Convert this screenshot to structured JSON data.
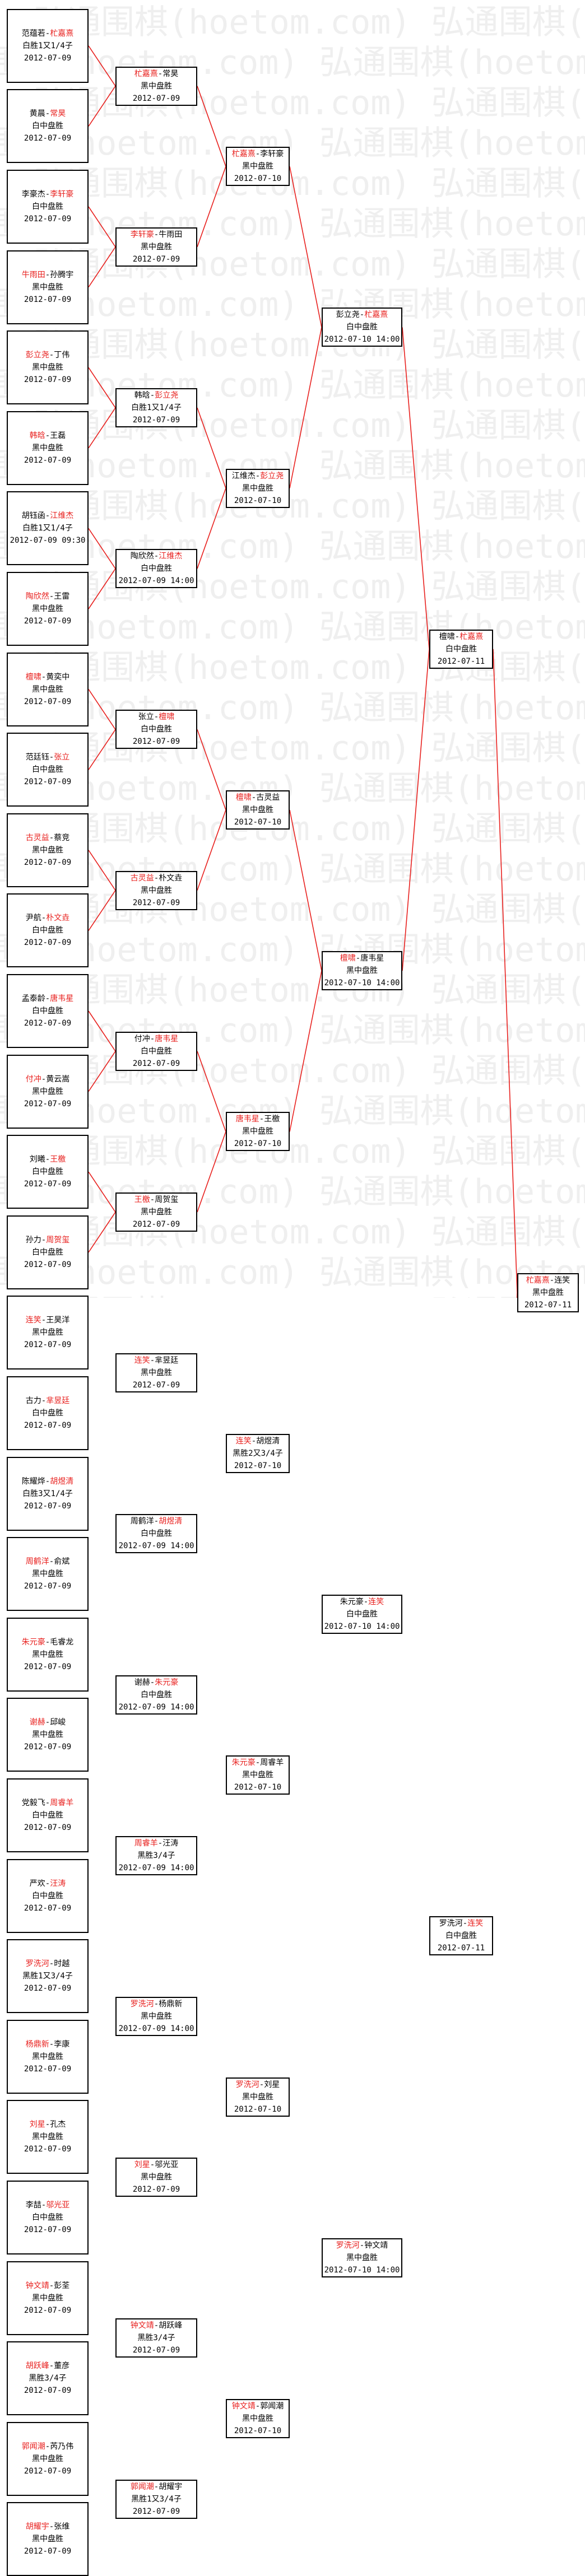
{
  "watermark": "弘通围棋(hoetom.com)",
  "colors": {
    "winner": "#e8201e",
    "line": "#e8201e",
    "border": "#000000"
  },
  "rounds": [
    [
      {
        "p1": "范蕴若",
        "p2": "杧嘉熹",
        "w": 2,
        "result": "白胜1又1/4子",
        "date": "2012-07-09"
      },
      {
        "p1": "黄晨",
        "p2": "常昊",
        "w": 2,
        "result": "白中盘胜",
        "date": "2012-07-09"
      },
      {
        "p1": "李豪杰",
        "p2": "李轩豪",
        "w": 2,
        "result": "白中盘胜",
        "date": "2012-07-09"
      },
      {
        "p1": "牛雨田",
        "p2": "孙腾宇",
        "w": 1,
        "result": "黑中盘胜",
        "date": "2012-07-09"
      },
      {
        "p1": "彭立尧",
        "p2": "丁伟",
        "w": 1,
        "result": "黑中盘胜",
        "date": "2012-07-09"
      },
      {
        "p1": "韩晗",
        "p2": "王磊",
        "w": 1,
        "result": "黑中盘胜",
        "date": "2012-07-09"
      },
      {
        "p1": "胡钰函",
        "p2": "江维杰",
        "w": 2,
        "result": "白胜1又1/4子",
        "date": "2012-07-09 09:30"
      },
      {
        "p1": "陶欣然",
        "p2": "王雷",
        "w": 1,
        "result": "黑中盘胜",
        "date": "2012-07-09"
      },
      {
        "p1": "檀啸",
        "p2": "黄奕中",
        "w": 1,
        "result": "黑中盘胜",
        "date": "2012-07-09"
      },
      {
        "p1": "范廷钰",
        "p2": "张立",
        "w": 2,
        "result": "白中盘胜",
        "date": "2012-07-09"
      },
      {
        "p1": "古灵益",
        "p2": "蔡竞",
        "w": 1,
        "result": "黑中盘胜",
        "date": "2012-07-09"
      },
      {
        "p1": "尹航",
        "p2": "朴文垚",
        "w": 2,
        "result": "白中盘胜",
        "date": "2012-07-09"
      },
      {
        "p1": "孟泰龄",
        "p2": "唐韦星",
        "w": 2,
        "result": "白中盘胜",
        "date": "2012-07-09"
      },
      {
        "p1": "付冲",
        "p2": "黄云嵩",
        "w": 1,
        "result": "黑中盘胜",
        "date": "2012-07-09"
      },
      {
        "p1": "刘曦",
        "p2": "王檄",
        "w": 2,
        "result": "白中盘胜",
        "date": "2012-07-09"
      },
      {
        "p1": "孙力",
        "p2": "周贺玺",
        "w": 2,
        "result": "白中盘胜",
        "date": "2012-07-09"
      },
      {
        "p1": "连笑",
        "p2": "王昊洋",
        "w": 1,
        "result": "黑中盘胜",
        "date": "2012-07-09"
      },
      {
        "p1": "古力",
        "p2": "芈昱廷",
        "w": 2,
        "result": "白中盘胜",
        "date": "2012-07-09"
      },
      {
        "p1": "陈耀烨",
        "p2": "胡煜清",
        "w": 2,
        "result": "白胜3又1/4子",
        "date": "2012-07-09"
      },
      {
        "p1": "周鹤洋",
        "p2": "俞斌",
        "w": 1,
        "result": "黑中盘胜",
        "date": "2012-07-09"
      },
      {
        "p1": "朱元豪",
        "p2": "毛睿龙",
        "w": 1,
        "result": "黑中盘胜",
        "date": "2012-07-09"
      },
      {
        "p1": "谢赫",
        "p2": "邱峻",
        "w": 1,
        "result": "黑中盘胜",
        "date": "2012-07-09"
      },
      {
        "p1": "党毅飞",
        "p2": "周睿羊",
        "w": 2,
        "result": "白中盘胜",
        "date": "2012-07-09"
      },
      {
        "p1": "严欢",
        "p2": "汪涛",
        "w": 2,
        "result": "白中盘胜",
        "date": "2012-07-09"
      },
      {
        "p1": "罗洗河",
        "p2": "时越",
        "w": 1,
        "result": "黑胜1又3/4子",
        "date": "2012-07-09"
      },
      {
        "p1": "杨鼎新",
        "p2": "李康",
        "w": 1,
        "result": "黑中盘胜",
        "date": "2012-07-09"
      },
      {
        "p1": "刘星",
        "p2": "孔杰",
        "w": 1,
        "result": "黑中盘胜",
        "date": "2012-07-09"
      },
      {
        "p1": "李喆",
        "p2": "邬光亚",
        "w": 2,
        "result": "白中盘胜",
        "date": "2012-07-09"
      },
      {
        "p1": "钟文靖",
        "p2": "彭荃",
        "w": 1,
        "result": "黑中盘胜",
        "date": "2012-07-09"
      },
      {
        "p1": "胡跃峰",
        "p2": "董彦",
        "w": 1,
        "result": "黑胜3/4子",
        "date": "2012-07-09"
      },
      {
        "p1": "郭闻潮",
        "p2": "芮乃伟",
        "w": 1,
        "result": "黑中盘胜",
        "date": "2012-07-09"
      },
      {
        "p1": "胡耀宇",
        "p2": "张维",
        "w": 1,
        "result": "黑中盘胜",
        "date": "2012-07-09"
      }
    ],
    [
      {
        "p1": "杧嘉熹",
        "p2": "常昊",
        "w": 1,
        "result": "黑中盘胜",
        "date": "2012-07-09"
      },
      {
        "p1": "李轩豪",
        "p2": "牛雨田",
        "w": 1,
        "result": "黑中盘胜",
        "date": "2012-07-09"
      },
      {
        "p1": "韩晗",
        "p2": "彭立尧",
        "w": 2,
        "result": "白胜1又1/4子",
        "date": "2012-07-09"
      },
      {
        "p1": "陶欣然",
        "p2": "江维杰",
        "w": 2,
        "result": "白中盘胜",
        "date": "2012-07-09 14:00"
      },
      {
        "p1": "张立",
        "p2": "檀啸",
        "w": 2,
        "result": "白中盘胜",
        "date": "2012-07-09"
      },
      {
        "p1": "古灵益",
        "p2": "朴文垚",
        "w": 1,
        "result": "黑中盘胜",
        "date": "2012-07-09"
      },
      {
        "p1": "付冲",
        "p2": "唐韦星",
        "w": 2,
        "result": "白中盘胜",
        "date": "2012-07-09"
      },
      {
        "p1": "王檄",
        "p2": "周贺玺",
        "w": 1,
        "result": "黑中盘胜",
        "date": "2012-07-09"
      },
      {
        "p1": "连笑",
        "p2": "芈昱廷",
        "w": 1,
        "result": "黑中盘胜",
        "date": "2012-07-09"
      },
      {
        "p1": "周鹤洋",
        "p2": "胡煜清",
        "w": 2,
        "result": "白中盘胜",
        "date": "2012-07-09 14:00"
      },
      {
        "p1": "谢赫",
        "p2": "朱元豪",
        "w": 2,
        "result": "白中盘胜",
        "date": "2012-07-09 14:00"
      },
      {
        "p1": "周睿羊",
        "p2": "汪涛",
        "w": 1,
        "result": "黑胜3/4子",
        "date": "2012-07-09 14:00"
      },
      {
        "p1": "罗洗河",
        "p2": "杨鼎新",
        "w": 1,
        "result": "黑中盘胜",
        "date": "2012-07-09 14:00"
      },
      {
        "p1": "刘星",
        "p2": "邬光亚",
        "w": 1,
        "result": "黑中盘胜",
        "date": "2012-07-09"
      },
      {
        "p1": "钟文靖",
        "p2": "胡跃峰",
        "w": 1,
        "result": "黑胜3/4子",
        "date": "2012-07-09"
      },
      {
        "p1": "郭闻潮",
        "p2": "胡耀宇",
        "w": 1,
        "result": "黑胜1又3/4子",
        "date": "2012-07-09"
      }
    ],
    [
      {
        "p1": "杧嘉熹",
        "p2": "李轩豪",
        "w": 1,
        "result": "黑中盘胜",
        "date": "2012-07-10"
      },
      {
        "p1": "江维杰",
        "p2": "彭立尧",
        "w": 2,
        "result": "黑中盘胜",
        "date": "2012-07-10"
      },
      {
        "p1": "檀啸",
        "p2": "古灵益",
        "w": 1,
        "result": "黑中盘胜",
        "date": "2012-07-10"
      },
      {
        "p1": "唐韦星",
        "p2": "王檄",
        "w": 1,
        "result": "黑中盘胜",
        "date": "2012-07-10"
      },
      {
        "p1": "连笑",
        "p2": "胡煜清",
        "w": 1,
        "result": "黑胜2又3/4子",
        "date": "2012-07-10"
      },
      {
        "p1": "朱元豪",
        "p2": "周睿羊",
        "w": 1,
        "result": "黑中盘胜",
        "date": "2012-07-10"
      },
      {
        "p1": "罗洗河",
        "p2": "刘星",
        "w": 1,
        "result": "黑中盘胜",
        "date": "2012-07-10"
      },
      {
        "p1": "钟文靖",
        "p2": "郭闻潮",
        "w": 1,
        "result": "黑中盘胜",
        "date": "2012-07-10"
      }
    ],
    [
      {
        "p1": "彭立尧",
        "p2": "杧嘉熹",
        "w": 2,
        "result": "白中盘胜",
        "date": "2012-07-10 14:00"
      },
      {
        "p1": "檀啸",
        "p2": "唐韦星",
        "w": 1,
        "result": "黑中盘胜",
        "date": "2012-07-10 14:00"
      },
      {
        "p1": "朱元豪",
        "p2": "连笑",
        "w": 2,
        "result": "白中盘胜",
        "date": "2012-07-10 14:00"
      },
      {
        "p1": "罗洗河",
        "p2": "钟文靖",
        "w": 1,
        "result": "黑中盘胜",
        "date": "2012-07-10 14:00"
      }
    ],
    [
      {
        "p1": "檀啸",
        "p2": "杧嘉熹",
        "w": 2,
        "result": "白中盘胜",
        "date": "2012-07-11"
      },
      {
        "p1": "罗洗河",
        "p2": "连笑",
        "w": 2,
        "result": "白中盘胜",
        "date": "2012-07-11"
      }
    ],
    [
      {
        "p1": "杧嘉熹",
        "p2": "连笑",
        "w": 1,
        "result": "黑中盘胜",
        "date": "2012-07-11"
      }
    ]
  ]
}
